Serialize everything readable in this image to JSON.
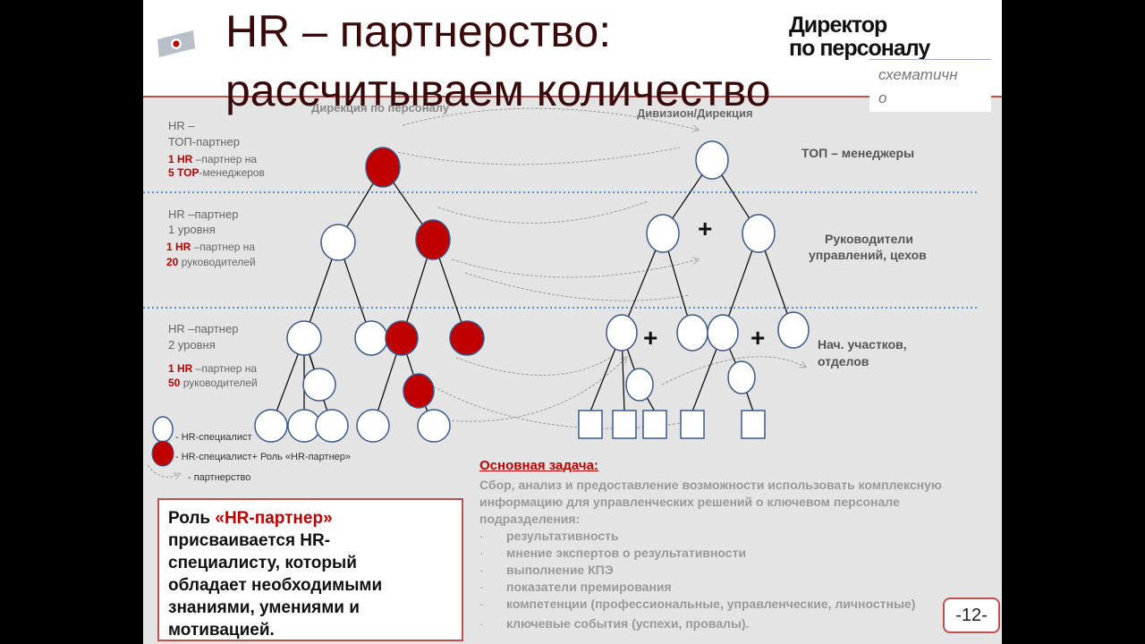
{
  "title": {
    "line1": "HR – партнерство:",
    "line2": "рассчитываем количество"
  },
  "brand": {
    "line1": "Директор",
    "line2": "по персоналу"
  },
  "schematic": {
    "line1": "схематичн",
    "line2": "о"
  },
  "columns": {
    "left_header": "Дирекция по персоналу",
    "right_header": "Дивизион/Дирекция"
  },
  "levels": [
    {
      "role_line1": "HR –",
      "role_line2": "ТОП-партнер",
      "ratio_line1": [
        {
          "num": "1 HR"
        },
        {
          "text": " –партнер на"
        }
      ],
      "ratio_line2": [
        {
          "num": "5 TOP"
        },
        {
          "text": "-менеджеров"
        }
      ],
      "right_label": "ТОП – менеджеры"
    },
    {
      "role_line1": "HR –партнер",
      "role_line2": "1 уровня",
      "ratio_line1": [
        {
          "num": "1 HR"
        },
        {
          "text": " –партнер на"
        }
      ],
      "ratio_line2": [
        {
          "num": "20"
        },
        {
          "text": "  руководителей"
        }
      ],
      "right_label_line1": "Руководители",
      "right_label_line2": "управлений, цехов"
    },
    {
      "role_line1": "HR –партнер",
      "role_line2": "2 уровня",
      "ratio_line1": [
        {
          "num": "1 HR"
        },
        {
          "text": " –партнер на"
        }
      ],
      "ratio_line2": [
        {
          "num": "50"
        },
        {
          "text": " руководителей"
        }
      ],
      "right_label_line1": "Нач. участков,",
      "right_label_line2": "отделов"
    }
  ],
  "legend": {
    "hr_specialist": "- HR-специалист",
    "hr_specialist_partner": "- HR-специалист+ Роль «HR-партнер»",
    "partnership": "- партнерство"
  },
  "role_box": {
    "prefix": "Роль ",
    "highlight": "«HR-партнер»",
    "line2": "присваивается HR-",
    "line3": "специалисту, который",
    "line4": "обладает необходимыми",
    "line5": "знаниями, умениями и",
    "line6": "мотивацией."
  },
  "task": {
    "title": "Основная задача:",
    "text": "Сбор, анализ и предоставление возможности использовать комплексную информацию для управленческих решений о ключевом персонале подразделения:",
    "bullet_char": "·",
    "bullets": [
      "результативность",
      "мнение экспертов о результативности",
      "выполнение КПЭ",
      "показатели премирования",
      "компетенции (профессиональные, управленческие, личностные)",
      "ключевые события (успехи, провалы)."
    ]
  },
  "plus_sign": "+",
  "page_number": "-12-",
  "colors": {
    "accent_red": "#c00000",
    "node_stroke": "#3a5a8a",
    "separator": "#5b8fd6",
    "box_border": "#c0504d"
  }
}
